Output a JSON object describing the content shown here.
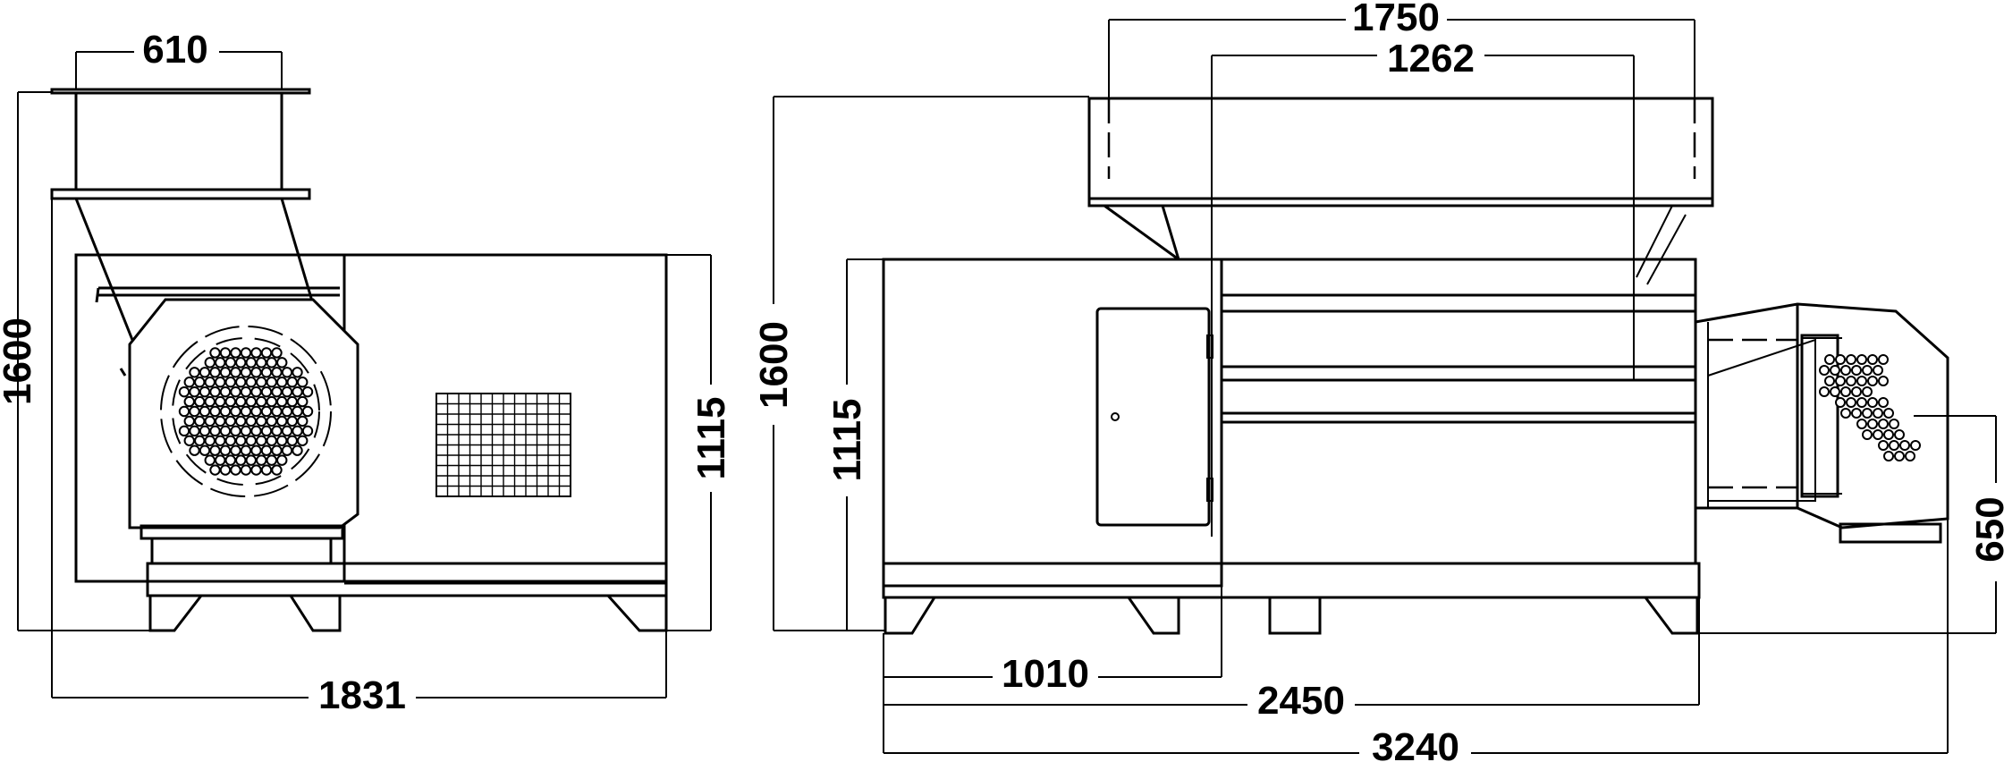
{
  "drawing": {
    "left_view": {
      "width_top_opening": "610",
      "total_height": "1600",
      "body_height": "1115",
      "total_width": "1831"
    },
    "right_view": {
      "hopper_outer_width": "1750",
      "hopper_inner_width": "1262",
      "total_height": "1600",
      "body_height": "1115",
      "section_width": "1010",
      "frame_width": "2450",
      "total_length": "3240",
      "outlet_height": "650"
    }
  }
}
